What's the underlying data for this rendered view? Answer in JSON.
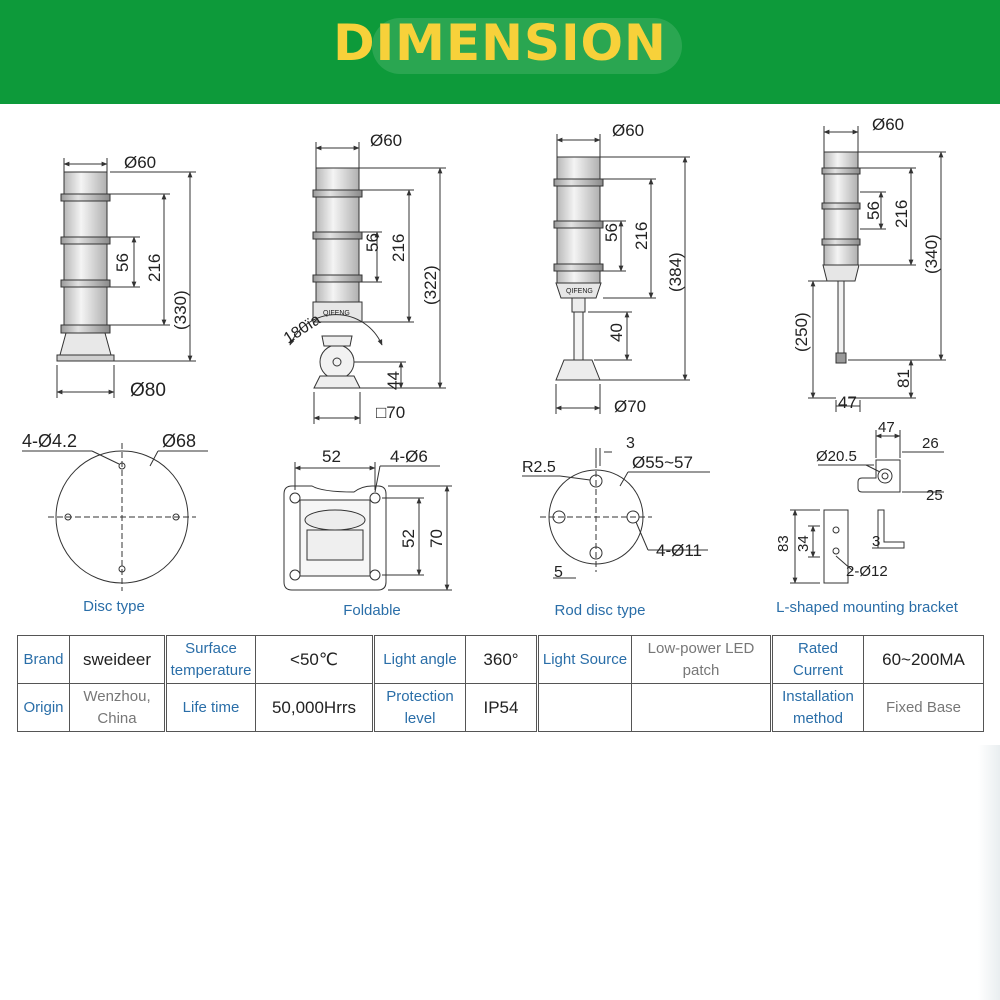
{
  "header": {
    "title": "DIMENSION"
  },
  "diagrams": {
    "disc": {
      "caption": "Disc type",
      "dim_top": "Ø60",
      "dim_pitch": "56",
      "dim_body": "216",
      "dim_total": "(330)",
      "dim_base": "Ø80",
      "plan_holes": "4-Ø4.2",
      "plan_circle": "Ø68"
    },
    "foldable": {
      "caption": "Foldable",
      "dim_top": "Ø60",
      "dim_pitch": "56",
      "dim_body": "216",
      "dim_total": "(322)",
      "dim_angle": "180ïa",
      "dim_base_h": "44",
      "dim_base": "□70",
      "brand_mark": "QIFENG",
      "plan_w": "52",
      "plan_holes": "4-Ø6",
      "plan_h": "52",
      "plan_total": "70"
    },
    "rod": {
      "caption": "Rod disc type",
      "dim_top": "Ø60",
      "dim_pitch": "56",
      "dim_body": "216",
      "dim_total": "(384)",
      "dim_rod": "40",
      "dim_base": "Ø70",
      "brand_mark": "QIFENG",
      "plan_r": "R2.5",
      "plan_circle": "Ø55~57",
      "plan_gap": "3",
      "plan_holes": "4-Ø11",
      "plan_edge": "5"
    },
    "bracket": {
      "caption": "L-shaped mounting bracket",
      "dim_top": "Ø60",
      "dim_pitch": "56",
      "dim_body": "216",
      "dim_total": "(340)",
      "dim_pole": "(250)",
      "dim_low": "81",
      "dim_w": "47",
      "plan_w": "47",
      "plan_hole": "Ø20.5",
      "plan_26": "26",
      "plan_25": "25",
      "plan_83": "83",
      "plan_34": "34",
      "plan_3": "3",
      "plan_holes": "2-Ø12"
    }
  },
  "specs": {
    "row1": {
      "brand_label": "Brand",
      "brand_value": "sweideer",
      "surface_label": "Surface temperature",
      "surface_value": "<50℃",
      "angle_label": "Light angle",
      "angle_value": "360°",
      "source_label": "Light Source",
      "source_value": "Low-power LED patch",
      "current_label": "Rated Current",
      "current_value": "60~200MA"
    },
    "row2": {
      "origin_label": "Origin",
      "origin_value": "Wenzhou, China",
      "life_label": "Life time",
      "life_value": "50,000Hrrs",
      "protection_label": "Protection level",
      "protection_value": "IP54",
      "install_label": "Installation method",
      "install_value": "Fixed Base"
    }
  }
}
